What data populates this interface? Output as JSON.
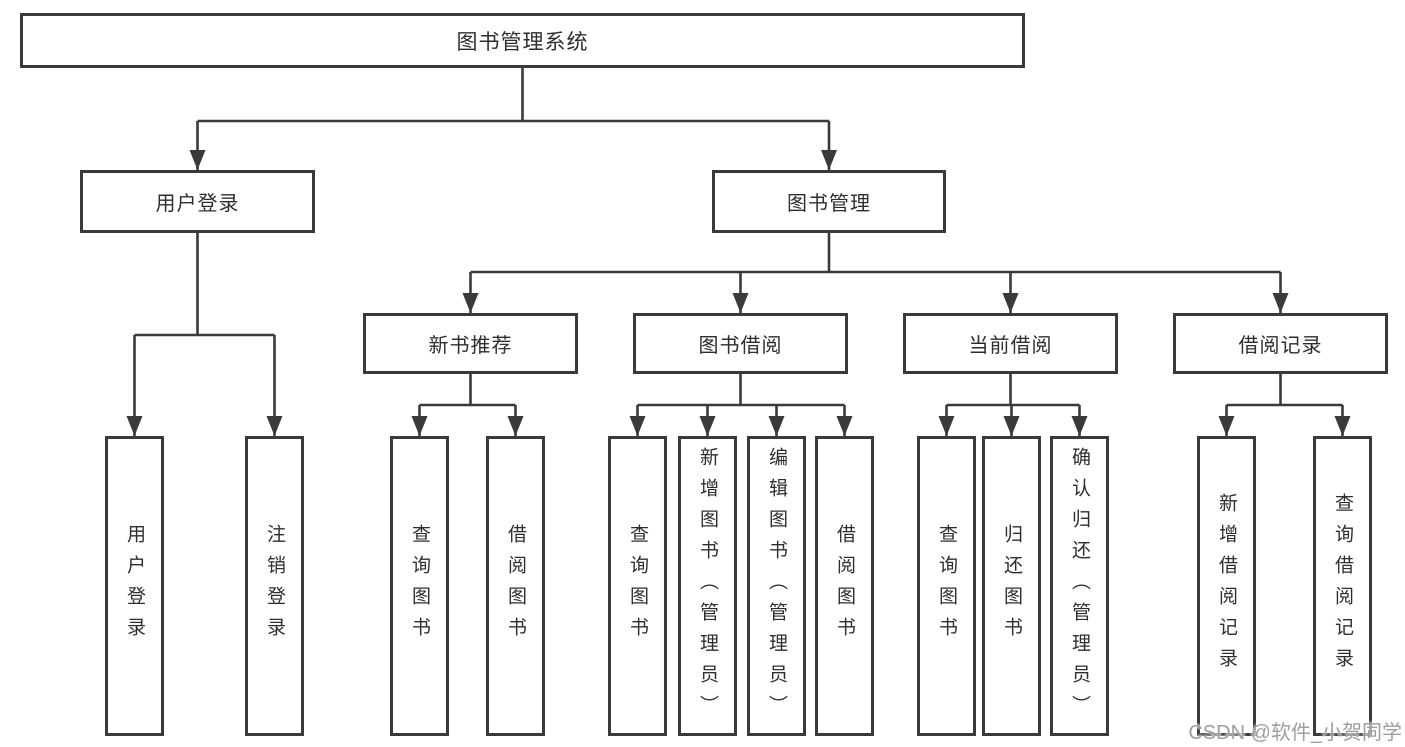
{
  "diagram": {
    "root": {
      "label": "图书管理系统"
    },
    "branches": [
      {
        "label": "用户登录",
        "leaves": [
          {
            "label": "用户登录"
          },
          {
            "label": "注销登录"
          }
        ]
      },
      {
        "label": "图书管理",
        "sections": [
          {
            "label": "新书推荐",
            "leaves": [
              {
                "label": "查询图书"
              },
              {
                "label": "借阅图书"
              }
            ]
          },
          {
            "label": "图书借阅",
            "leaves": [
              {
                "label": "查询图书"
              },
              {
                "label": "新增图书（管理员）"
              },
              {
                "label": "编辑图书（管理员）"
              },
              {
                "label": "借阅图书"
              }
            ]
          },
          {
            "label": "当前借阅",
            "leaves": [
              {
                "label": "查询图书"
              },
              {
                "label": "归还图书"
              },
              {
                "label": "确认归还（管理员）"
              }
            ]
          },
          {
            "label": "借阅记录",
            "leaves": [
              {
                "label": "新增借阅记录"
              },
              {
                "label": "查询借阅记录"
              }
            ]
          }
        ]
      }
    ]
  },
  "watermark": {
    "text": "CSDN @软件_小贺同学"
  },
  "colors": {
    "line": "#3a3a3a",
    "text": "#2e2e2e",
    "watermark": "#9e9e9e",
    "background": "#ffffff"
  }
}
